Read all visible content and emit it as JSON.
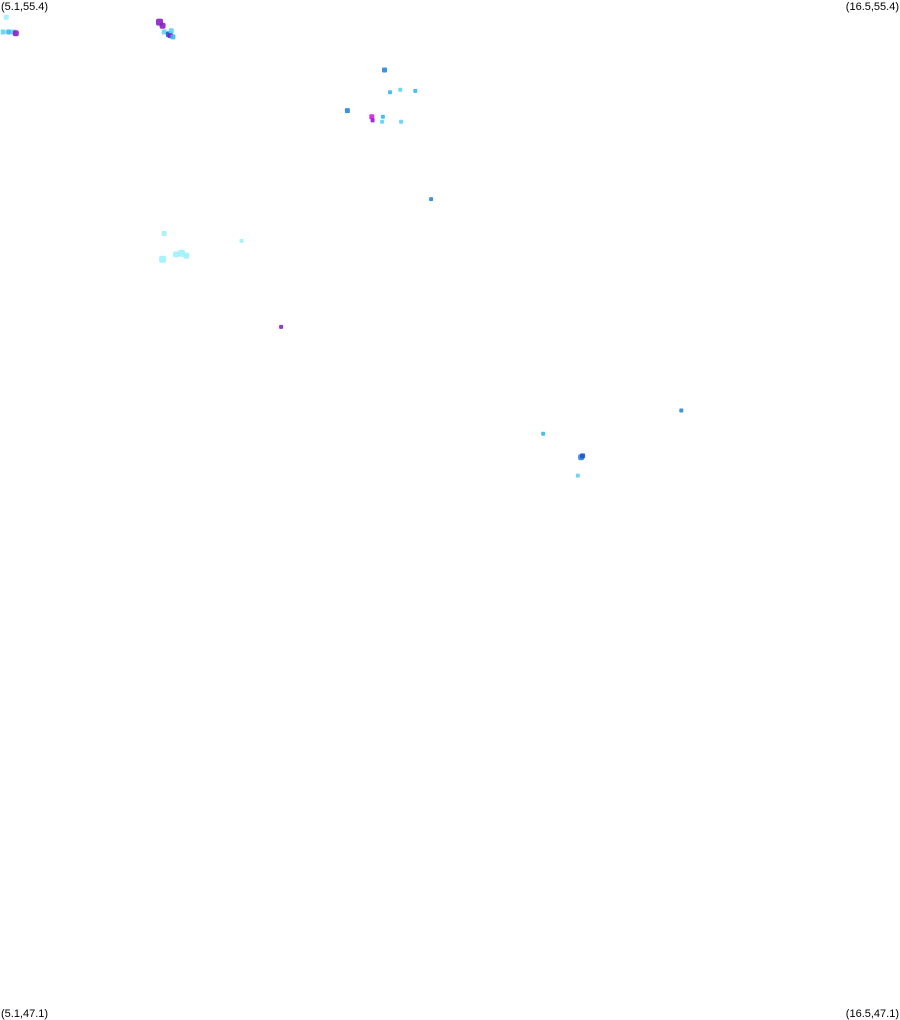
{
  "corners": {
    "top_left": "(5.1,55.4)",
    "top_right": "(16.5,55.4)",
    "bottom_left": "(5.1,47.1)",
    "bottom_right": "(16.5,47.1)"
  },
  "bounds": {
    "lon_min": 5.1,
    "lon_max": 16.5,
    "lat_min": 47.1,
    "lat_max": 55.4
  },
  "palette": {
    "light_cyan": "#9ef2fb",
    "cyan": "#5fd3f3",
    "sky_blue": "#36b7ee",
    "blue": "#2a86d9",
    "royal_blue": "#1f55d4",
    "purple": "#8c1fc8",
    "magenta": "#d21ee6"
  },
  "markers": [
    {
      "lon": 5.18,
      "lat": 55.26,
      "color": "light_cyan",
      "size": 5
    },
    {
      "lon": 5.14,
      "lat": 55.14,
      "color": "cyan",
      "size": 5
    },
    {
      "lon": 5.21,
      "lat": 55.14,
      "color": "sky_blue",
      "size": 5
    },
    {
      "lon": 5.27,
      "lat": 55.14,
      "color": "cyan",
      "size": 5
    },
    {
      "lon": 5.3,
      "lat": 55.13,
      "color": "purple",
      "size": 6
    },
    {
      "lon": 7.12,
      "lat": 55.22,
      "color": "purple",
      "size": 7
    },
    {
      "lon": 7.16,
      "lat": 55.19,
      "color": "purple",
      "size": 6
    },
    {
      "lon": 7.18,
      "lat": 55.14,
      "color": "cyan",
      "size": 5
    },
    {
      "lon": 7.24,
      "lat": 55.12,
      "color": "royal_blue",
      "size": 6
    },
    {
      "lon": 7.26,
      "lat": 55.11,
      "color": "purple",
      "size": 5
    },
    {
      "lon": 7.29,
      "lat": 55.1,
      "color": "sky_blue",
      "size": 5
    },
    {
      "lon": 7.27,
      "lat": 55.15,
      "color": "cyan",
      "size": 5
    },
    {
      "lon": 9.97,
      "lat": 54.83,
      "color": "blue",
      "size": 5
    },
    {
      "lon": 10.04,
      "lat": 54.65,
      "color": "sky_blue",
      "size": 4
    },
    {
      "lon": 10.17,
      "lat": 54.67,
      "color": "cyan",
      "size": 4
    },
    {
      "lon": 10.36,
      "lat": 54.66,
      "color": "sky_blue",
      "size": 4
    },
    {
      "lon": 9.5,
      "lat": 54.5,
      "color": "blue",
      "size": 5
    },
    {
      "lon": 9.81,
      "lat": 54.45,
      "color": "magenta",
      "size": 5
    },
    {
      "lon": 9.82,
      "lat": 54.42,
      "color": "purple",
      "size": 4
    },
    {
      "lon": 9.95,
      "lat": 54.45,
      "color": "sky_blue",
      "size": 4
    },
    {
      "lon": 9.94,
      "lat": 54.41,
      "color": "cyan",
      "size": 4
    },
    {
      "lon": 10.18,
      "lat": 54.41,
      "color": "cyan",
      "size": 4
    },
    {
      "lon": 10.56,
      "lat": 53.78,
      "color": "blue",
      "size": 4
    },
    {
      "lon": 7.18,
      "lat": 53.5,
      "color": "light_cyan",
      "size": 5
    },
    {
      "lon": 8.16,
      "lat": 53.44,
      "color": "light_cyan",
      "size": 4
    },
    {
      "lon": 7.16,
      "lat": 53.29,
      "color": "light_cyan",
      "size": 7
    },
    {
      "lon": 7.33,
      "lat": 53.33,
      "color": "light_cyan",
      "size": 6
    },
    {
      "lon": 7.4,
      "lat": 53.34,
      "color": "light_cyan",
      "size": 7
    },
    {
      "lon": 7.46,
      "lat": 53.32,
      "color": "light_cyan",
      "size": 6
    },
    {
      "lon": 8.66,
      "lat": 52.74,
      "color": "purple",
      "size": 4
    },
    {
      "lon": 13.73,
      "lat": 52.06,
      "color": "blue",
      "size": 4
    },
    {
      "lon": 11.98,
      "lat": 51.87,
      "color": "sky_blue",
      "size": 4
    },
    {
      "lon": 12.46,
      "lat": 51.68,
      "color": "blue",
      "size": 6
    },
    {
      "lon": 12.48,
      "lat": 51.69,
      "color": "royal_blue",
      "size": 5
    },
    {
      "lon": 12.42,
      "lat": 51.53,
      "color": "cyan",
      "size": 4
    }
  ]
}
